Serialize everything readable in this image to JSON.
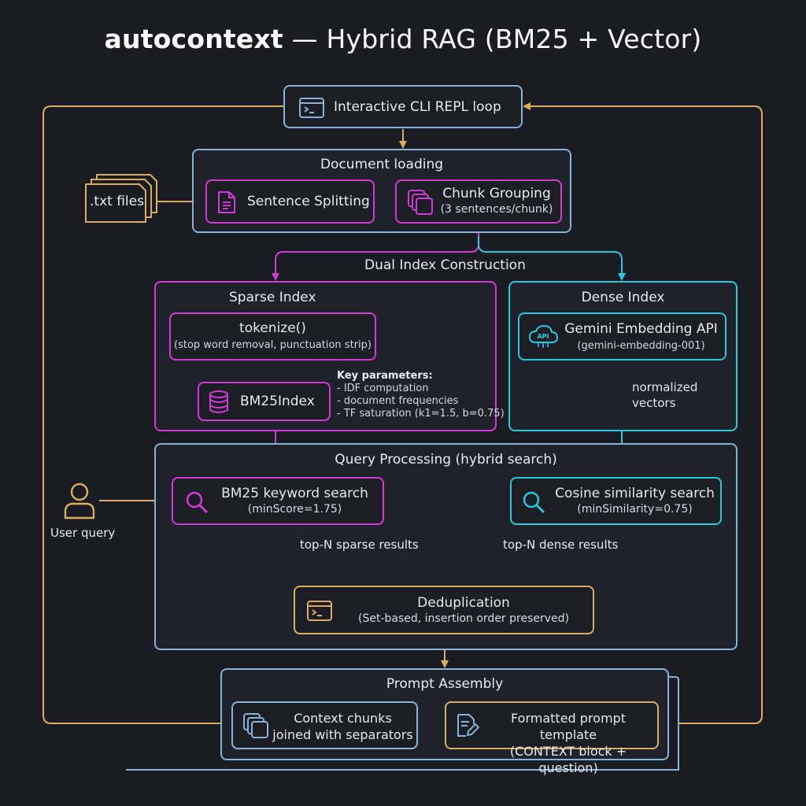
{
  "title": {
    "bold": "autocontext",
    "rest": " — Hybrid RAG (BM25 + Vector)"
  },
  "repl": {
    "label": "Interactive CLI REPL loop"
  },
  "document_loading": {
    "label": "Document loading",
    "input": ".txt files",
    "sentence_splitting": "Sentence Splitting",
    "chunk_grouping": {
      "title": "Chunk Grouping",
      "detail": "(3 sentences/chunk)"
    }
  },
  "dual_index": {
    "label": "Dual Index Construction"
  },
  "sparse": {
    "label": "Sparse Index",
    "tokenize": {
      "title": "tokenize()",
      "detail": "(stop word removal, punctuation strip)"
    },
    "bm25index": "BM25Index",
    "params": {
      "heading": "Key parameters:",
      "items": [
        "- IDF computation",
        "- document frequencies",
        "- TF saturation (k1=1.5, b=0.75)"
      ]
    }
  },
  "dense": {
    "label": "Dense Index",
    "api": {
      "title": "Gemini Embedding API",
      "detail": "(gemini-embedding-001)",
      "badge": "API"
    },
    "vectors_note": {
      "line1": "normalized",
      "line2": "vectors"
    }
  },
  "query": {
    "label": "Query Processing (hybrid search)",
    "user": "User query",
    "bm25_search": {
      "title": "BM25 keyword search",
      "detail": "(minScore=1.75)"
    },
    "cosine_search": {
      "title": "Cosine similarity search",
      "detail": "(minSimilarity=0.75)"
    },
    "sparse_results": "top-N sparse results",
    "dense_results": "top-N dense results",
    "dedup": {
      "title": "Deduplication",
      "detail": "(Set-based, insertion order preserved)"
    }
  },
  "prompt": {
    "label": "Prompt Assembly",
    "context": {
      "line1": "Context chunks",
      "line2": "joined with separators"
    },
    "template": {
      "line1": "Formatted prompt template",
      "line2": "(CONTEXT block + question)"
    }
  },
  "colors": {
    "pink": "#d43ad6",
    "cyan": "#26c9dd",
    "gold": "#d9ae5f",
    "blue": "#86b3d6",
    "background": "#1a1b23"
  }
}
